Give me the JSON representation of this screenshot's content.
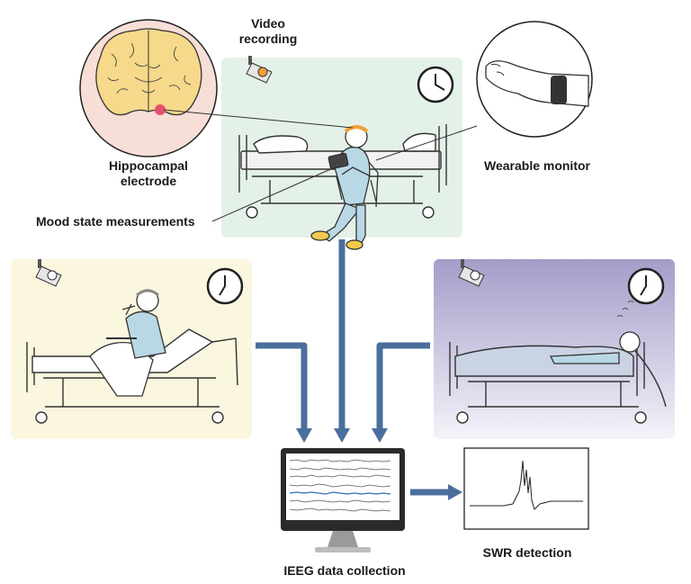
{
  "labels": {
    "video_recording": [
      "Video",
      "recording"
    ],
    "hippocampal_electrode": [
      "Hippocampal",
      "electrode"
    ],
    "wearable_monitor": "Wearable monitor",
    "mood_state": "Mood state measurements",
    "ieeg": "IEEG data collection",
    "swr": "SWR detection"
  },
  "colors": {
    "panel_day": "#e4f1e8",
    "panel_meal": "#fbf6df",
    "panel_night": "#aaa3cc",
    "arrow": "#4a6f9c",
    "brain": "#f6d98a",
    "brain_bg": "#f7ded6",
    "electrode": "#e6506e",
    "headband": "#f2a034",
    "gown": "#b9d8e6",
    "eeg_highlight": "#2f6fb5"
  },
  "icons": [
    "clock-icon",
    "camera-icon",
    "brain-icon",
    "wristband-icon",
    "bed-icon",
    "patient-icon",
    "monitor-icon",
    "tablet-icon",
    "arrow-icon"
  ]
}
